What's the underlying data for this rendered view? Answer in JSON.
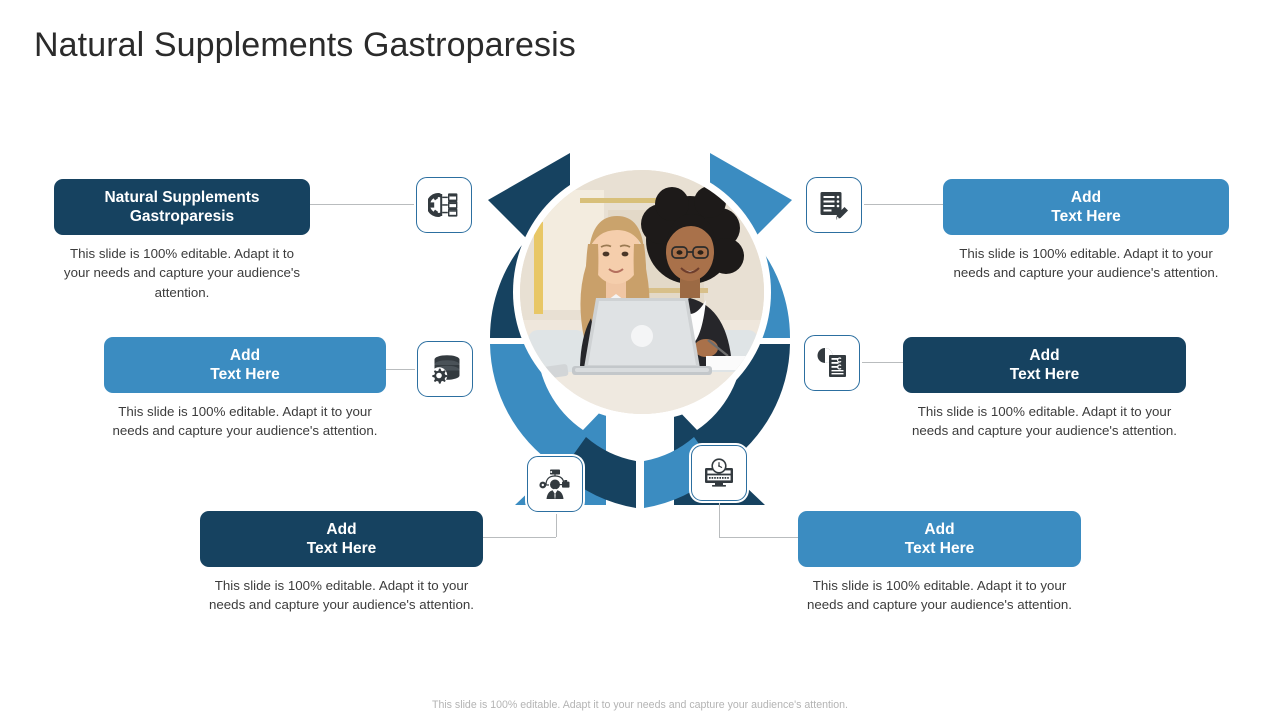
{
  "slide": {
    "title": "Natural Supplements Gastroparesis",
    "footer": "This slide is 100% editable. Adapt it to your needs and capture your audience's attention."
  },
  "colors": {
    "dark_navy": "#164260",
    "light_blue": "#3b8cc1",
    "icon_border": "#2c6fa0",
    "connector": "#b9bcbe",
    "title_text": "#2b2b2b",
    "body_text": "#3c3c3c",
    "footer_text": "#b4b4b4"
  },
  "body_text": "This slide is 100% editable. Adapt it to your needs and capture your audience's attention.",
  "callouts": [
    {
      "id": "top-left",
      "heading_line1": "Natural Supplements",
      "heading_line2": "Gastroparesis",
      "style": "dark",
      "description": "This slide is 100% editable. Adapt it to your needs and capture your audience's attention.",
      "icon": "gear-list-icon"
    },
    {
      "id": "top-right",
      "heading_line1": "Add",
      "heading_line2": "Text Here",
      "style": "light",
      "description": "This slide is 100% editable. Adapt it to your needs and capture your audience's attention.",
      "icon": "notepad-pencil-icon"
    },
    {
      "id": "middle-left",
      "heading_line1": "Add",
      "heading_line2": "Text Here",
      "style": "light",
      "description": "This slide is 100% editable. Adapt it to your needs and capture your audience's attention.",
      "icon": "database-gear-icon"
    },
    {
      "id": "middle-right",
      "heading_line1": "Add",
      "heading_line2": "Text Here",
      "style": "dark",
      "description": "This slide is 100% editable. Adapt it to your needs and capture your audience's attention.",
      "icon": "pie-chart-report-icon"
    },
    {
      "id": "bottom-left",
      "heading_line1": "Add",
      "heading_line2": "Text Here",
      "style": "dark",
      "description": "This slide is 100% editable. Adapt it to your needs and capture your audience's attention.",
      "icon": "person-network-icon"
    },
    {
      "id": "bottom-right",
      "heading_line1": "Add",
      "heading_line2": "Text Here",
      "style": "light",
      "description": "This slide is 100% editable. Adapt it to your needs and capture your audience's attention.",
      "icon": "clock-server-icon"
    }
  ],
  "wheel": {
    "segment_count": 6,
    "segment_colors": [
      "#164260",
      "#3b8cc1",
      "#164260",
      "#3b8cc1",
      "#164260",
      "#3b8cc1"
    ],
    "center_image_alt": "Two businesswomen working together at a laptop"
  }
}
